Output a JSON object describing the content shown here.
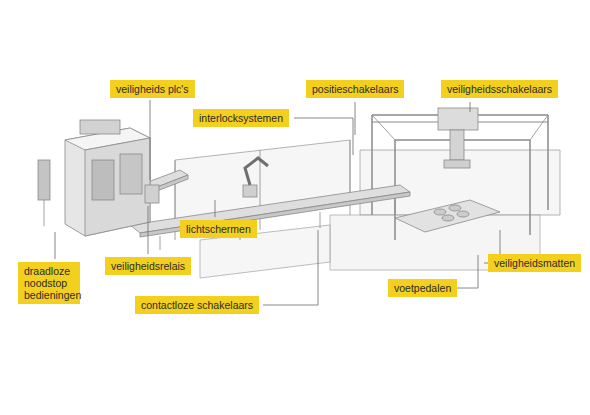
{
  "diagram": {
    "nodes": [
      {
        "text": [
          "veiligheids plc's"
        ]
      },
      {
        "text": [
          "interlocksystemen"
        ]
      },
      {
        "text": [
          "positieschakelaars"
        ]
      },
      {
        "text": [
          "veiligheidsschakelaars"
        ]
      },
      {
        "text": [
          "lichtschermen"
        ]
      },
      {
        "text": [
          "draadloze noodstop bedieningen"
        ]
      },
      {
        "text": [
          "veiligheidsrelais"
        ]
      },
      {
        "text": [
          "veiligheidsmatten"
        ]
      },
      {
        "text": [
          "voetpedalen"
        ]
      },
      {
        "text": [
          "contactloze schakelaars"
        ]
      }
    ]
  }
}
